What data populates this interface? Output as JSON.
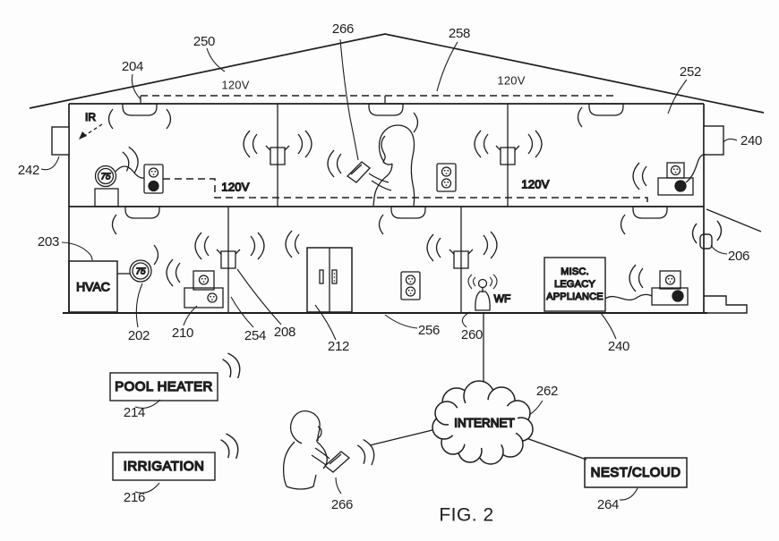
{
  "figure_caption": "FIG. 2",
  "colors": {
    "ink": "#1e1e1e",
    "paper": "#fdfdfd"
  },
  "labels": {
    "roof": "250",
    "hazard_detector": "204",
    "tablet_upstairs": "266",
    "attic_wiring": "258",
    "upper_wall": "252",
    "ext_right_box": "240",
    "ext_left_box": "242",
    "hvac_lead": "203",
    "thermostat": "202",
    "plug_module": "210",
    "interior_wall": "254",
    "wall_control": "208",
    "entry_door": "212",
    "floor": "256",
    "wifi_router": "260",
    "ext_right_device": "206",
    "legacy_appliance": "240",
    "pool_heater": "214",
    "irrigation": "216",
    "internet": "262",
    "nest_cloud": "264",
    "tablet_outside": "266"
  },
  "texts": {
    "attic_120v_left": "120V",
    "attic_120v_right": "120V",
    "floor2_120v_left": "120V",
    "floor2_120v_right": "120V",
    "ir": "IR",
    "wf": "WF",
    "hvac": "HVAC",
    "thermostat_upstairs": "75",
    "thermostat_downstairs": "75",
    "legacy_line1": "MISC.",
    "legacy_line2": "LEGACY",
    "legacy_line3": "APPLIANCE",
    "pool_heater": "POOL HEATER",
    "irrigation": "IRRIGATION",
    "internet": "INTERNET",
    "nest_cloud": "NEST/CLOUD"
  }
}
